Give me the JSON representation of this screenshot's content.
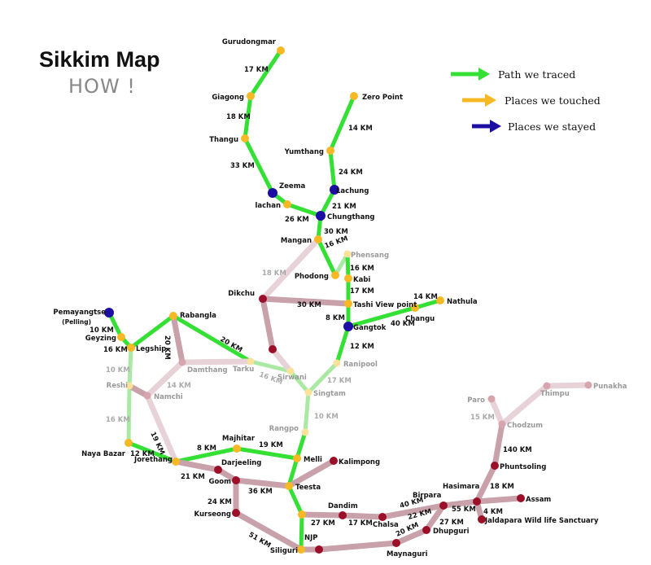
{
  "title": "Sikkim Map",
  "subtitle": "HOW !",
  "colors": {
    "traced": "#35e035",
    "traced_faded": "#a9e9a4",
    "untraced": "#c8a1aa",
    "untraced_faded": "#e7d3d7",
    "touched": "#f6b925",
    "stayed": "#1c0ea3",
    "unvisited": "#9b0f28",
    "unvisited_faded": "#d6a5ae",
    "touched_faded": "#fbe29a"
  },
  "legend": [
    {
      "label": "Path we traced",
      "arrow_color": "#35e035"
    },
    {
      "label": "Places we touched",
      "arrow_color": "#f6b925"
    },
    {
      "label": "Places we stayed",
      "arrow_color": "#1c0ea3"
    }
  ],
  "nodes": [
    {
      "name": "Gurudongmar",
      "kind": "touched"
    },
    {
      "name": "Giagong",
      "kind": "touched"
    },
    {
      "name": "Thangu",
      "kind": "touched"
    },
    {
      "name": "Zeema",
      "kind": "stayed"
    },
    {
      "name": "lachan",
      "kind": "touched"
    },
    {
      "name": "Chungthang",
      "kind": "stayed"
    },
    {
      "name": "Lachung",
      "kind": "stayed"
    },
    {
      "name": "Yumthang",
      "kind": "touched"
    },
    {
      "name": "Zero Point",
      "kind": "touched"
    },
    {
      "name": "Mangan",
      "kind": "touched"
    },
    {
      "name": "Phensang",
      "kind": "touched_faded"
    },
    {
      "name": "Phodong",
      "kind": "touched"
    },
    {
      "name": "Kabi",
      "kind": "touched"
    },
    {
      "name": "Tashi View point",
      "kind": "touched"
    },
    {
      "name": "Gangtok",
      "kind": "stayed"
    },
    {
      "name": "Changu",
      "kind": "touched"
    },
    {
      "name": "Nathula",
      "kind": "touched"
    },
    {
      "name": "Ranipool",
      "kind": "touched_faded"
    },
    {
      "name": "Singtam",
      "kind": "touched_faded"
    },
    {
      "name": "Dikchu",
      "kind": "unvisited"
    },
    {
      "name": "",
      "kind": "unvisited"
    },
    {
      "name": "Sirwani",
      "kind": "touched_faded"
    },
    {
      "name": "Tarku",
      "kind": "touched_faded"
    },
    {
      "name": "Rabangla",
      "kind": "touched"
    },
    {
      "name": "Legship",
      "kind": "touched"
    },
    {
      "name": "Geyzing",
      "kind": "touched"
    },
    {
      "name": "Pemayangtse",
      "sub": "(Pelling)",
      "kind": "stayed"
    },
    {
      "name": "Damthang",
      "kind": "unvisited_faded"
    },
    {
      "name": "Reshi",
      "kind": "touched_faded"
    },
    {
      "name": "Namchi",
      "kind": "unvisited_faded"
    },
    {
      "name": "Naya Bazar",
      "kind": "touched"
    },
    {
      "name": "Jorethang",
      "kind": "touched"
    },
    {
      "name": "Majhitar",
      "kind": "touched"
    },
    {
      "name": "Rangpo",
      "kind": "touched_faded"
    },
    {
      "name": "Melli",
      "kind": "touched"
    },
    {
      "name": "Kalimpong",
      "kind": "unvisited"
    },
    {
      "name": "Teesta",
      "kind": "touched"
    },
    {
      "name": "Darjeeling",
      "kind": "unvisited"
    },
    {
      "name": "Goom",
      "kind": "unvisited"
    },
    {
      "name": "Kurseong",
      "kind": "unvisited"
    },
    {
      "name": "Siliguri",
      "kind": "touched"
    },
    {
      "name": "NJP",
      "kind": "unvisited"
    },
    {
      "name": "",
      "kind": "touched"
    },
    {
      "name": "Dandim",
      "kind": "unvisited"
    },
    {
      "name": "Chalsa",
      "kind": "unvisited"
    },
    {
      "name": "Maynaguri",
      "kind": "unvisited"
    },
    {
      "name": "Dhupguri",
      "kind": "unvisited"
    },
    {
      "name": "Birpara",
      "kind": "unvisited"
    },
    {
      "name": "Hasimara",
      "kind": "unvisited"
    },
    {
      "name": "Assam",
      "kind": "unvisited"
    },
    {
      "name": "Jaldapara Wild life Sanctuary",
      "kind": "unvisited"
    },
    {
      "name": "Phuntsoling",
      "kind": "unvisited"
    },
    {
      "name": "Chodzum",
      "kind": "unvisited_faded"
    },
    {
      "name": "Paro",
      "kind": "unvisited_faded"
    },
    {
      "name": "Thimpu",
      "kind": "unvisited_faded"
    },
    {
      "name": "Punakha",
      "kind": "unvisited_faded"
    }
  ],
  "edges": [
    [
      0,
      1,
      "traced"
    ],
    [
      1,
      2,
      "traced"
    ],
    [
      2,
      3,
      "traced"
    ],
    [
      3,
      4,
      "traced"
    ],
    [
      4,
      5,
      "traced"
    ],
    [
      8,
      7,
      "traced"
    ],
    [
      7,
      6,
      "traced"
    ],
    [
      6,
      5,
      "traced"
    ],
    [
      5,
      9,
      "traced"
    ],
    [
      9,
      11,
      "traced"
    ],
    [
      11,
      10,
      "traced_faded"
    ],
    [
      10,
      12,
      "traced"
    ],
    [
      12,
      13,
      "traced"
    ],
    [
      13,
      14,
      "traced"
    ],
    [
      14,
      15,
      "traced"
    ],
    [
      15,
      16,
      "traced"
    ],
    [
      14,
      17,
      "traced"
    ],
    [
      17,
      18,
      "traced_faded"
    ],
    [
      18,
      33,
      "traced_faded"
    ],
    [
      33,
      34,
      "traced"
    ],
    [
      34,
      36,
      "traced"
    ],
    [
      36,
      42,
      "traced"
    ],
    [
      42,
      40,
      "traced"
    ],
    [
      34,
      32,
      "traced"
    ],
    [
      32,
      31,
      "traced"
    ],
    [
      31,
      30,
      "traced"
    ],
    [
      30,
      28,
      "traced_faded"
    ],
    [
      28,
      24,
      "traced_faded"
    ],
    [
      24,
      25,
      "traced"
    ],
    [
      25,
      26,
      "traced"
    ],
    [
      24,
      23,
      "traced"
    ],
    [
      23,
      22,
      "traced"
    ],
    [
      22,
      21,
      "traced_faded"
    ],
    [
      21,
      18,
      "traced_faded"
    ],
    [
      9,
      19,
      "untraced_faded"
    ],
    [
      19,
      13,
      "untraced"
    ],
    [
      19,
      20,
      "untraced"
    ],
    [
      20,
      21,
      "untraced_faded"
    ],
    [
      23,
      27,
      "untraced"
    ],
    [
      27,
      22,
      "untraced_faded"
    ],
    [
      27,
      29,
      "untraced_faded"
    ],
    [
      28,
      29,
      "untraced"
    ],
    [
      29,
      31,
      "untraced_faded"
    ],
    [
      31,
      37,
      "untraced"
    ],
    [
      37,
      38,
      "untraced"
    ],
    [
      38,
      36,
      "untraced"
    ],
    [
      38,
      39,
      "untraced"
    ],
    [
      39,
      40,
      "untraced"
    ],
    [
      36,
      35,
      "untraced"
    ],
    [
      40,
      41,
      "untraced"
    ],
    [
      41,
      45,
      "untraced"
    ],
    [
      45,
      46,
      "untraced"
    ],
    [
      46,
      47,
      "untraced"
    ],
    [
      42,
      43,
      "untraced"
    ],
    [
      43,
      44,
      "untraced"
    ],
    [
      44,
      47,
      "untraced"
    ],
    [
      47,
      48,
      "untraced"
    ],
    [
      48,
      49,
      "untraced"
    ],
    [
      48,
      50,
      "untraced"
    ],
    [
      48,
      51,
      "untraced"
    ],
    [
      51,
      52,
      "untraced"
    ],
    [
      52,
      53,
      "untraced_faded"
    ],
    [
      52,
      54,
      "untraced_faded"
    ],
    [
      54,
      55,
      "untraced_faded"
    ]
  ],
  "distances": [
    {
      "text": "17 KM"
    },
    {
      "text": "18 KM"
    },
    {
      "text": "33 KM"
    },
    {
      "text": "26 KM"
    },
    {
      "text": "14 KM"
    },
    {
      "text": "24 KM"
    },
    {
      "text": "21 KM"
    },
    {
      "text": "30 KM"
    },
    {
      "text": "16 KM"
    },
    {
      "text": "18 KM",
      "faded": true
    },
    {
      "text": "30 KM"
    },
    {
      "text": "16 KM"
    },
    {
      "text": "17 KM"
    },
    {
      "text": "8 KM"
    },
    {
      "text": "14 KM"
    },
    {
      "text": "40 KM"
    },
    {
      "text": "12 KM"
    },
    {
      "text": "17 KM",
      "faded": true
    },
    {
      "text": "10 KM",
      "faded": true
    },
    {
      "text": "20 KM"
    },
    {
      "text": "16 KM",
      "faded": true
    },
    {
      "text": "20 KM"
    },
    {
      "text": "10 KM",
      "faded": true
    },
    {
      "text": "14 KM",
      "faded": true
    },
    {
      "text": "16 KM",
      "faded": true
    },
    {
      "text": "19 KM"
    },
    {
      "text": "10 KM"
    },
    {
      "text": "16 KM"
    },
    {
      "text": "12 KM"
    },
    {
      "text": "8 KM"
    },
    {
      "text": "19 KM"
    },
    {
      "text": "21 KM"
    },
    {
      "text": "36 KM"
    },
    {
      "text": "24 KM"
    },
    {
      "text": "51 KM"
    },
    {
      "text": "27 KM"
    },
    {
      "text": "17 KM"
    },
    {
      "text": "40 KM"
    },
    {
      "text": "22 KM"
    },
    {
      "text": "27 KM"
    },
    {
      "text": "20 KM"
    },
    {
      "text": "55 KM"
    },
    {
      "text": "4 KM"
    },
    {
      "text": "18 KM"
    },
    {
      "text": "140 KM"
    },
    {
      "text": "15 KM",
      "faded": true
    }
  ]
}
